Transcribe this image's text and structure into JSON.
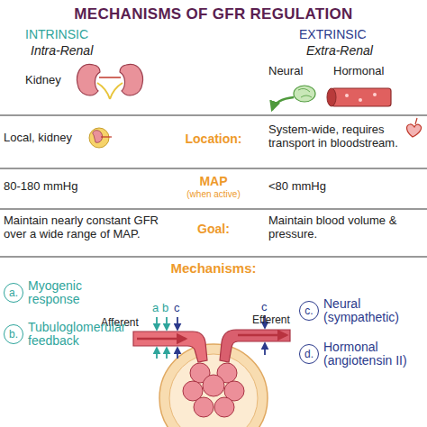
{
  "diagram": {
    "title": "MECHANISMS OF GFR REGULATION",
    "nodes": [
      {
        "text": [
          "a.",
          "Myogenic response"
        ]
      },
      {
        "text": [
          "b.",
          "Tubuloglomerular feedback"
        ]
      },
      {
        "text": [
          "c.",
          "Neural (sympathetic)"
        ]
      },
      {
        "text": [
          "d.",
          "Hormonal (angiotensin II)"
        ]
      }
    ],
    "labels": [
      "INTRINSIC",
      "Intra-Renal",
      "Kidney",
      "EXTRINSIC",
      "Extra-Renal",
      "Neural",
      "Hormonal",
      "Local, kidney",
      "Location:",
      "System-wide, requires transport in bloodstream.",
      "80-180 mmHg",
      "MAP",
      "(when active)",
      "<80 mmHg",
      "Maintain nearly constant GFR over a wide range of MAP.",
      "Goal:",
      "Maintain blood volume & pressure.",
      "Mechanisms:",
      "Afferent",
      "a",
      "b",
      "c",
      "c",
      "Efferent"
    ]
  }
}
